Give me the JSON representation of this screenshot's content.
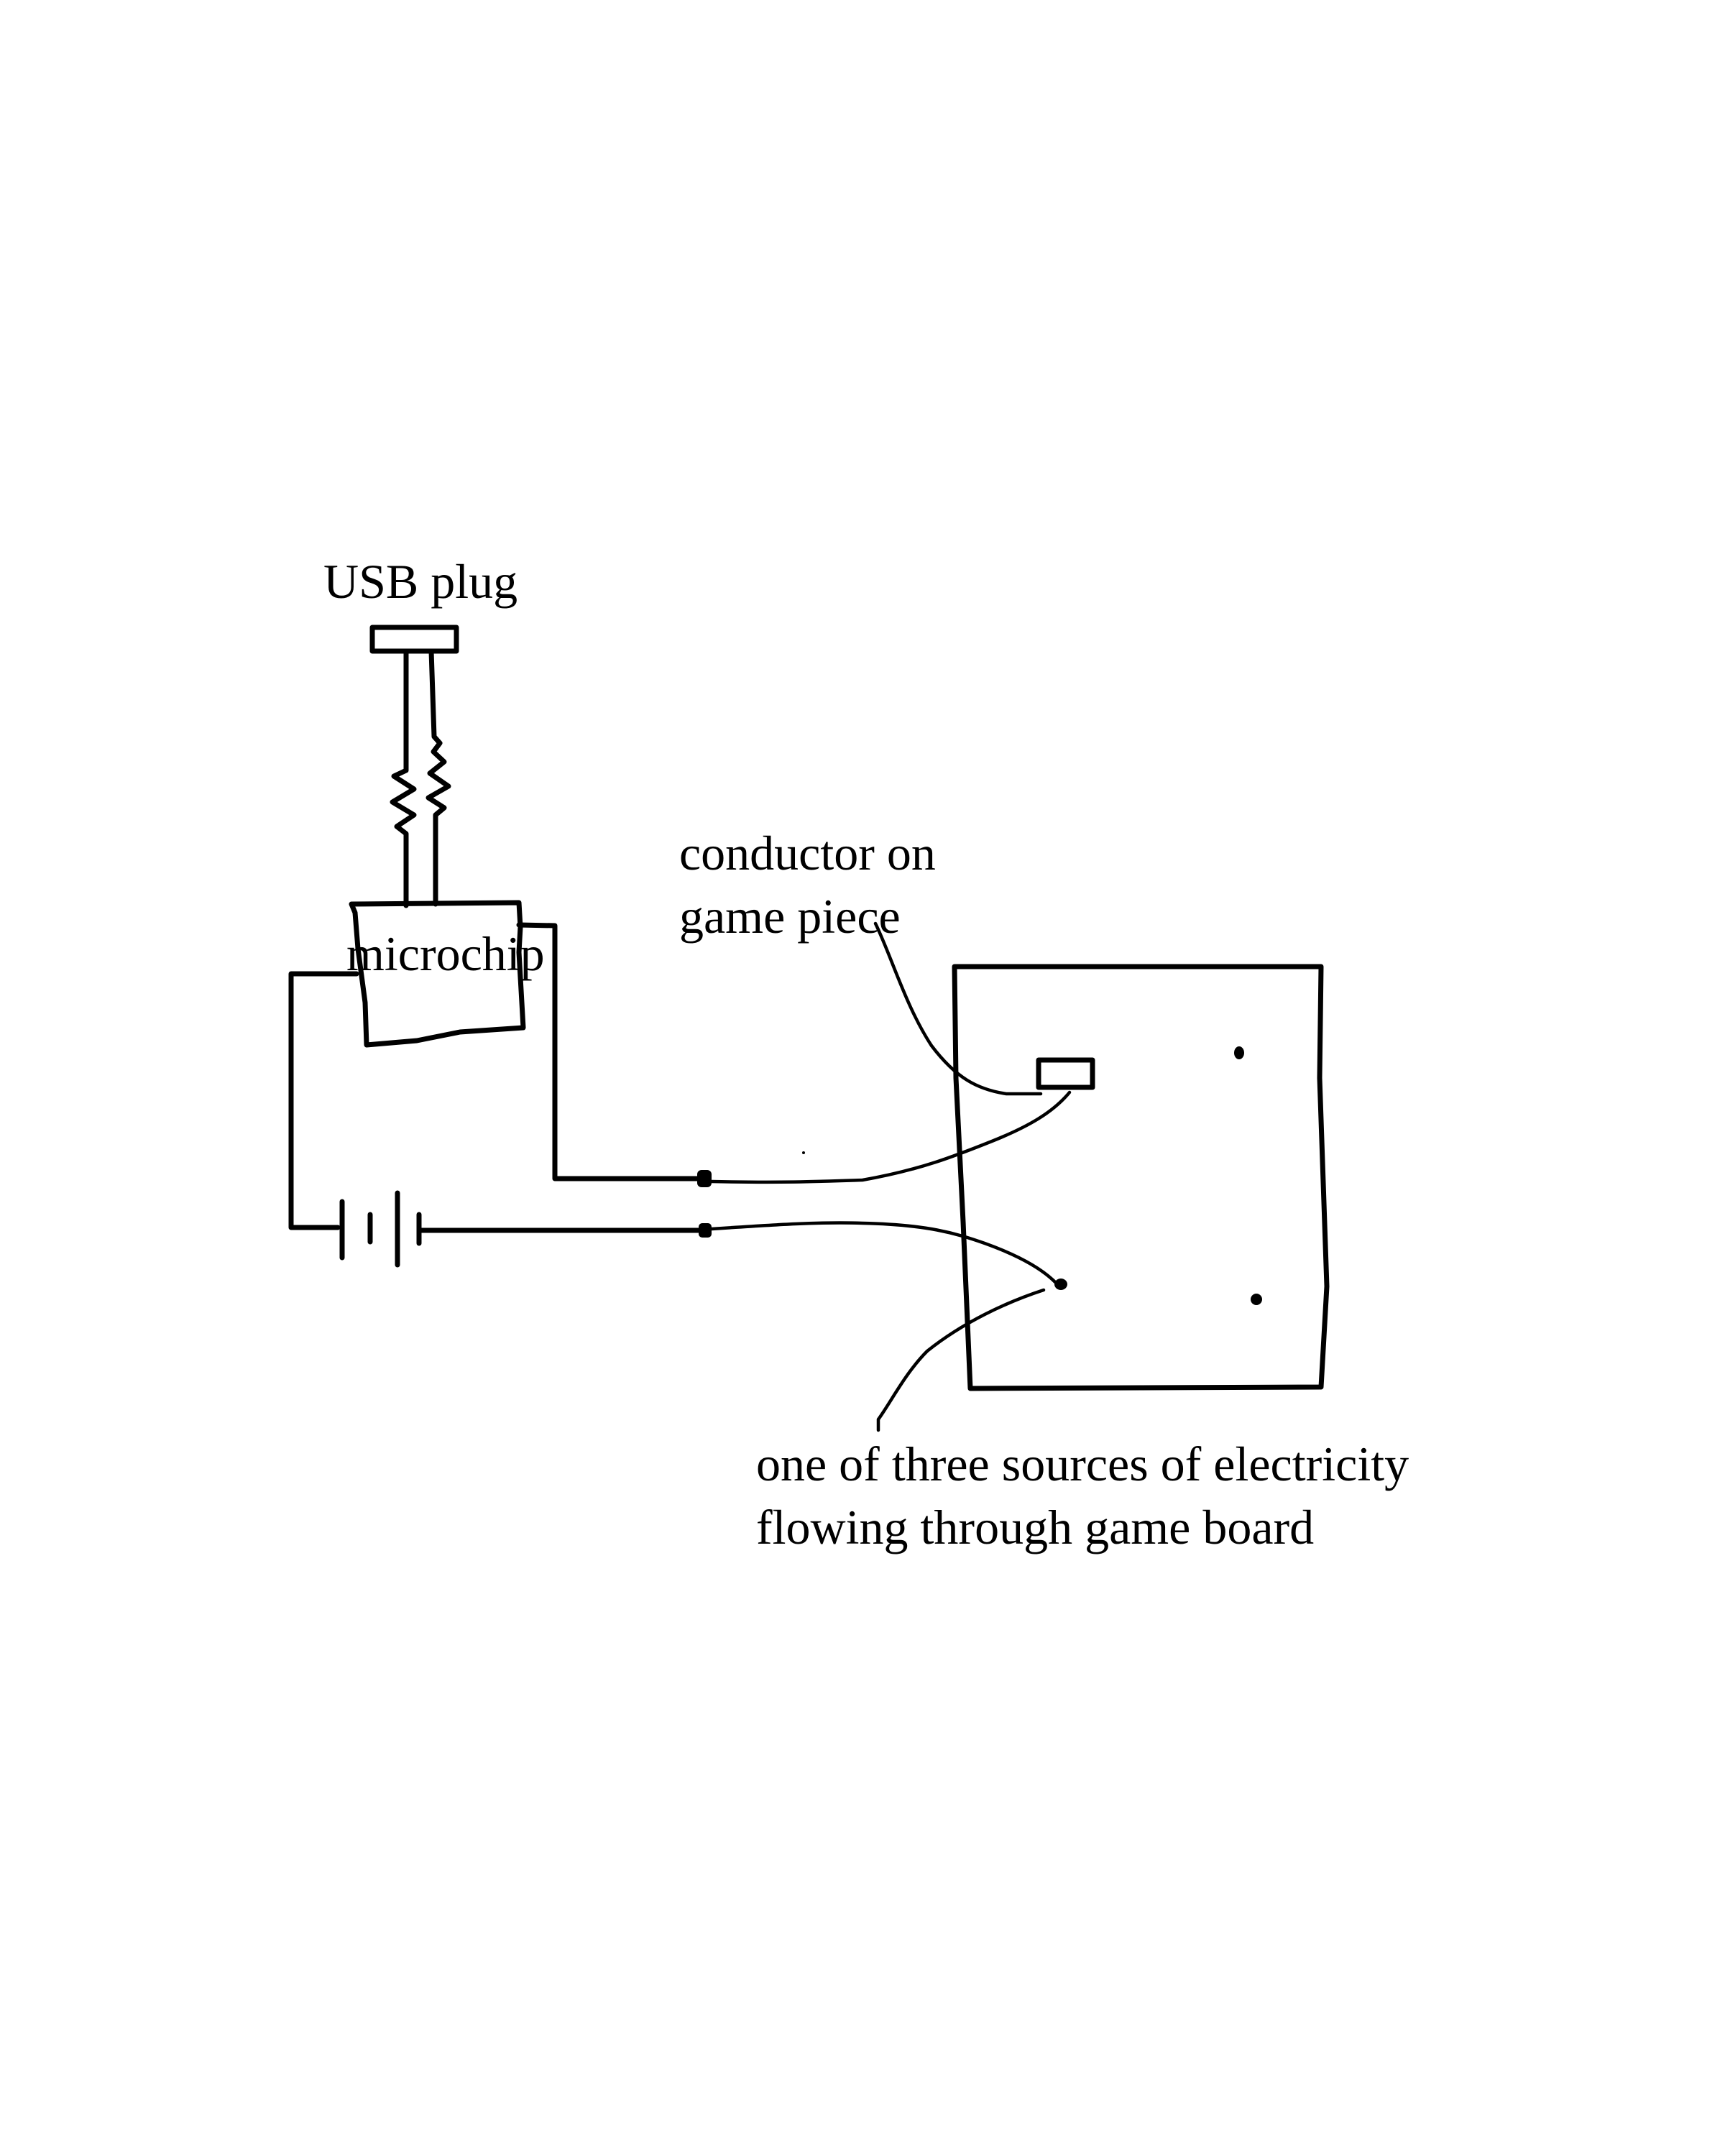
{
  "labels": {
    "usb_plug": "USB plug",
    "microchip": "microchip",
    "conductor_line1": "conductor on",
    "conductor_line2": "game piece",
    "source_line1": "one of three sources of electricity",
    "source_line2": "flowing through game board"
  }
}
